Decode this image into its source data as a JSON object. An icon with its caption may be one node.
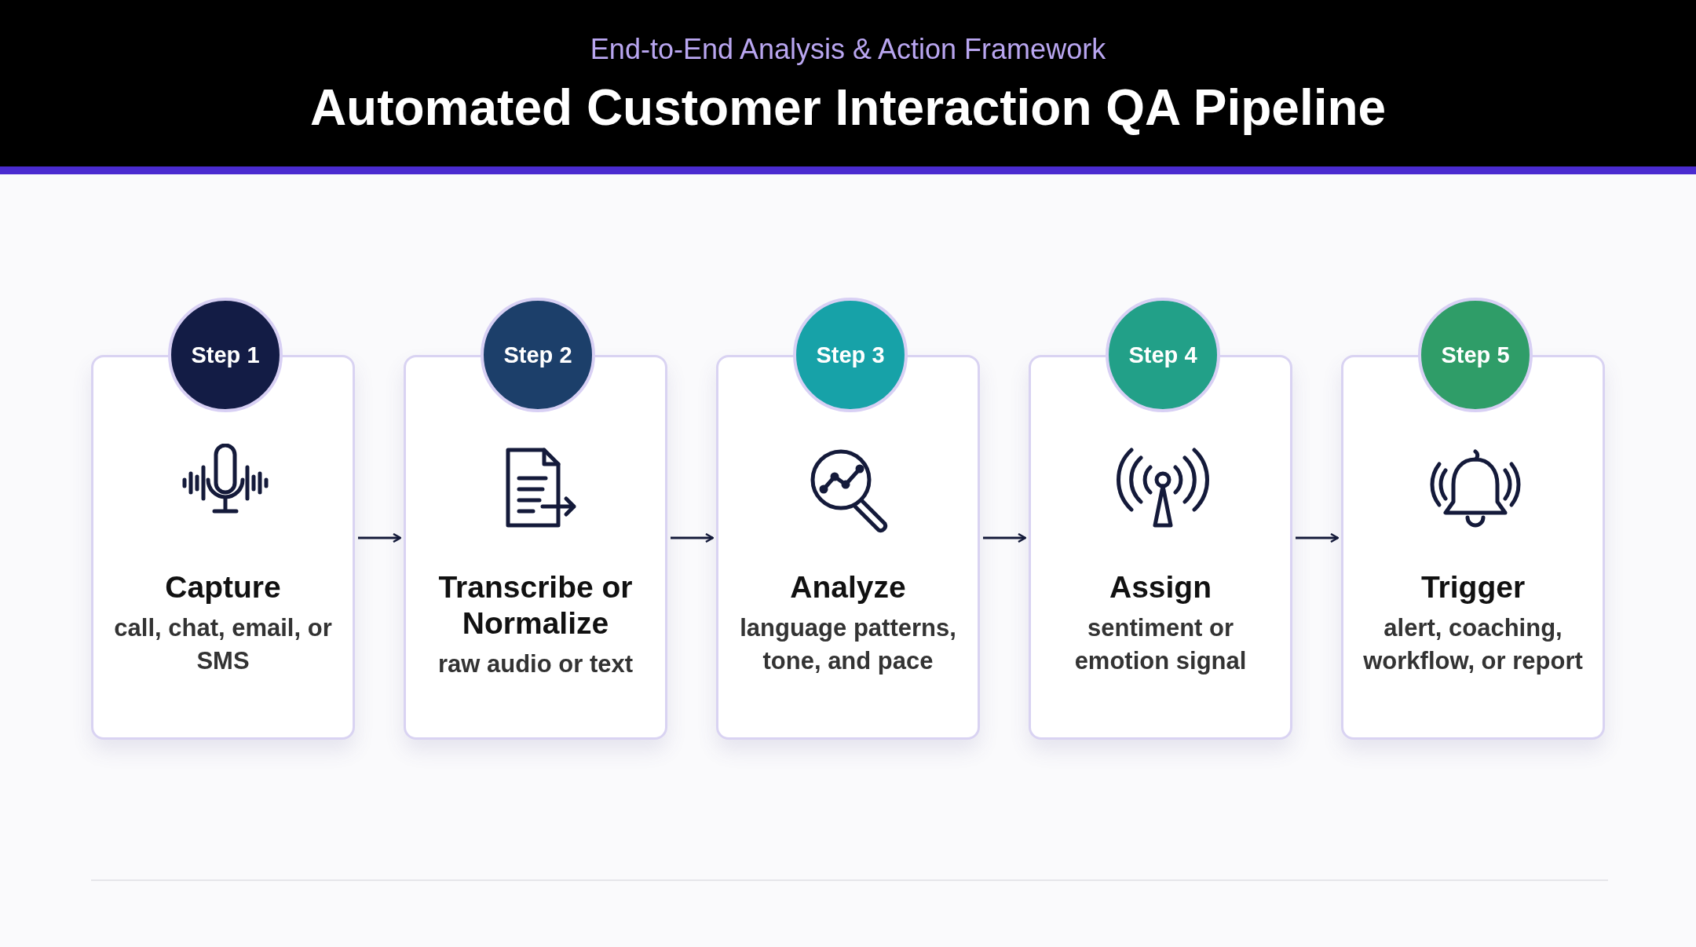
{
  "diagram": {
    "title": "Automated Customer Interaction QA Pipeline",
    "labels": [
      "End-to-End Analysis & Action Framework"
    ],
    "nodes": [
      {
        "text": [
          "Step 1",
          "Capture",
          "call, chat, email, or SMS"
        ]
      },
      {
        "text": [
          "Step 2",
          "Transcribe or Normalize",
          "raw audio or text"
        ]
      },
      {
        "text": [
          "Step 3",
          "Analyze",
          "language patterns, tone, and pace"
        ]
      },
      {
        "text": [
          "Step 4",
          "Assign",
          "sentiment or emotion signal"
        ]
      },
      {
        "text": [
          "Step 5",
          "Trigger",
          "alert, coaching, workflow, or report"
        ]
      }
    ],
    "edges": [
      {
        "from": 0,
        "to": 1,
        "arrow": "to"
      },
      {
        "from": 1,
        "to": 2,
        "arrow": "to"
      },
      {
        "from": 2,
        "to": 3,
        "arrow": "to"
      },
      {
        "from": 3,
        "to": 4,
        "arrow": "to"
      }
    ]
  }
}
